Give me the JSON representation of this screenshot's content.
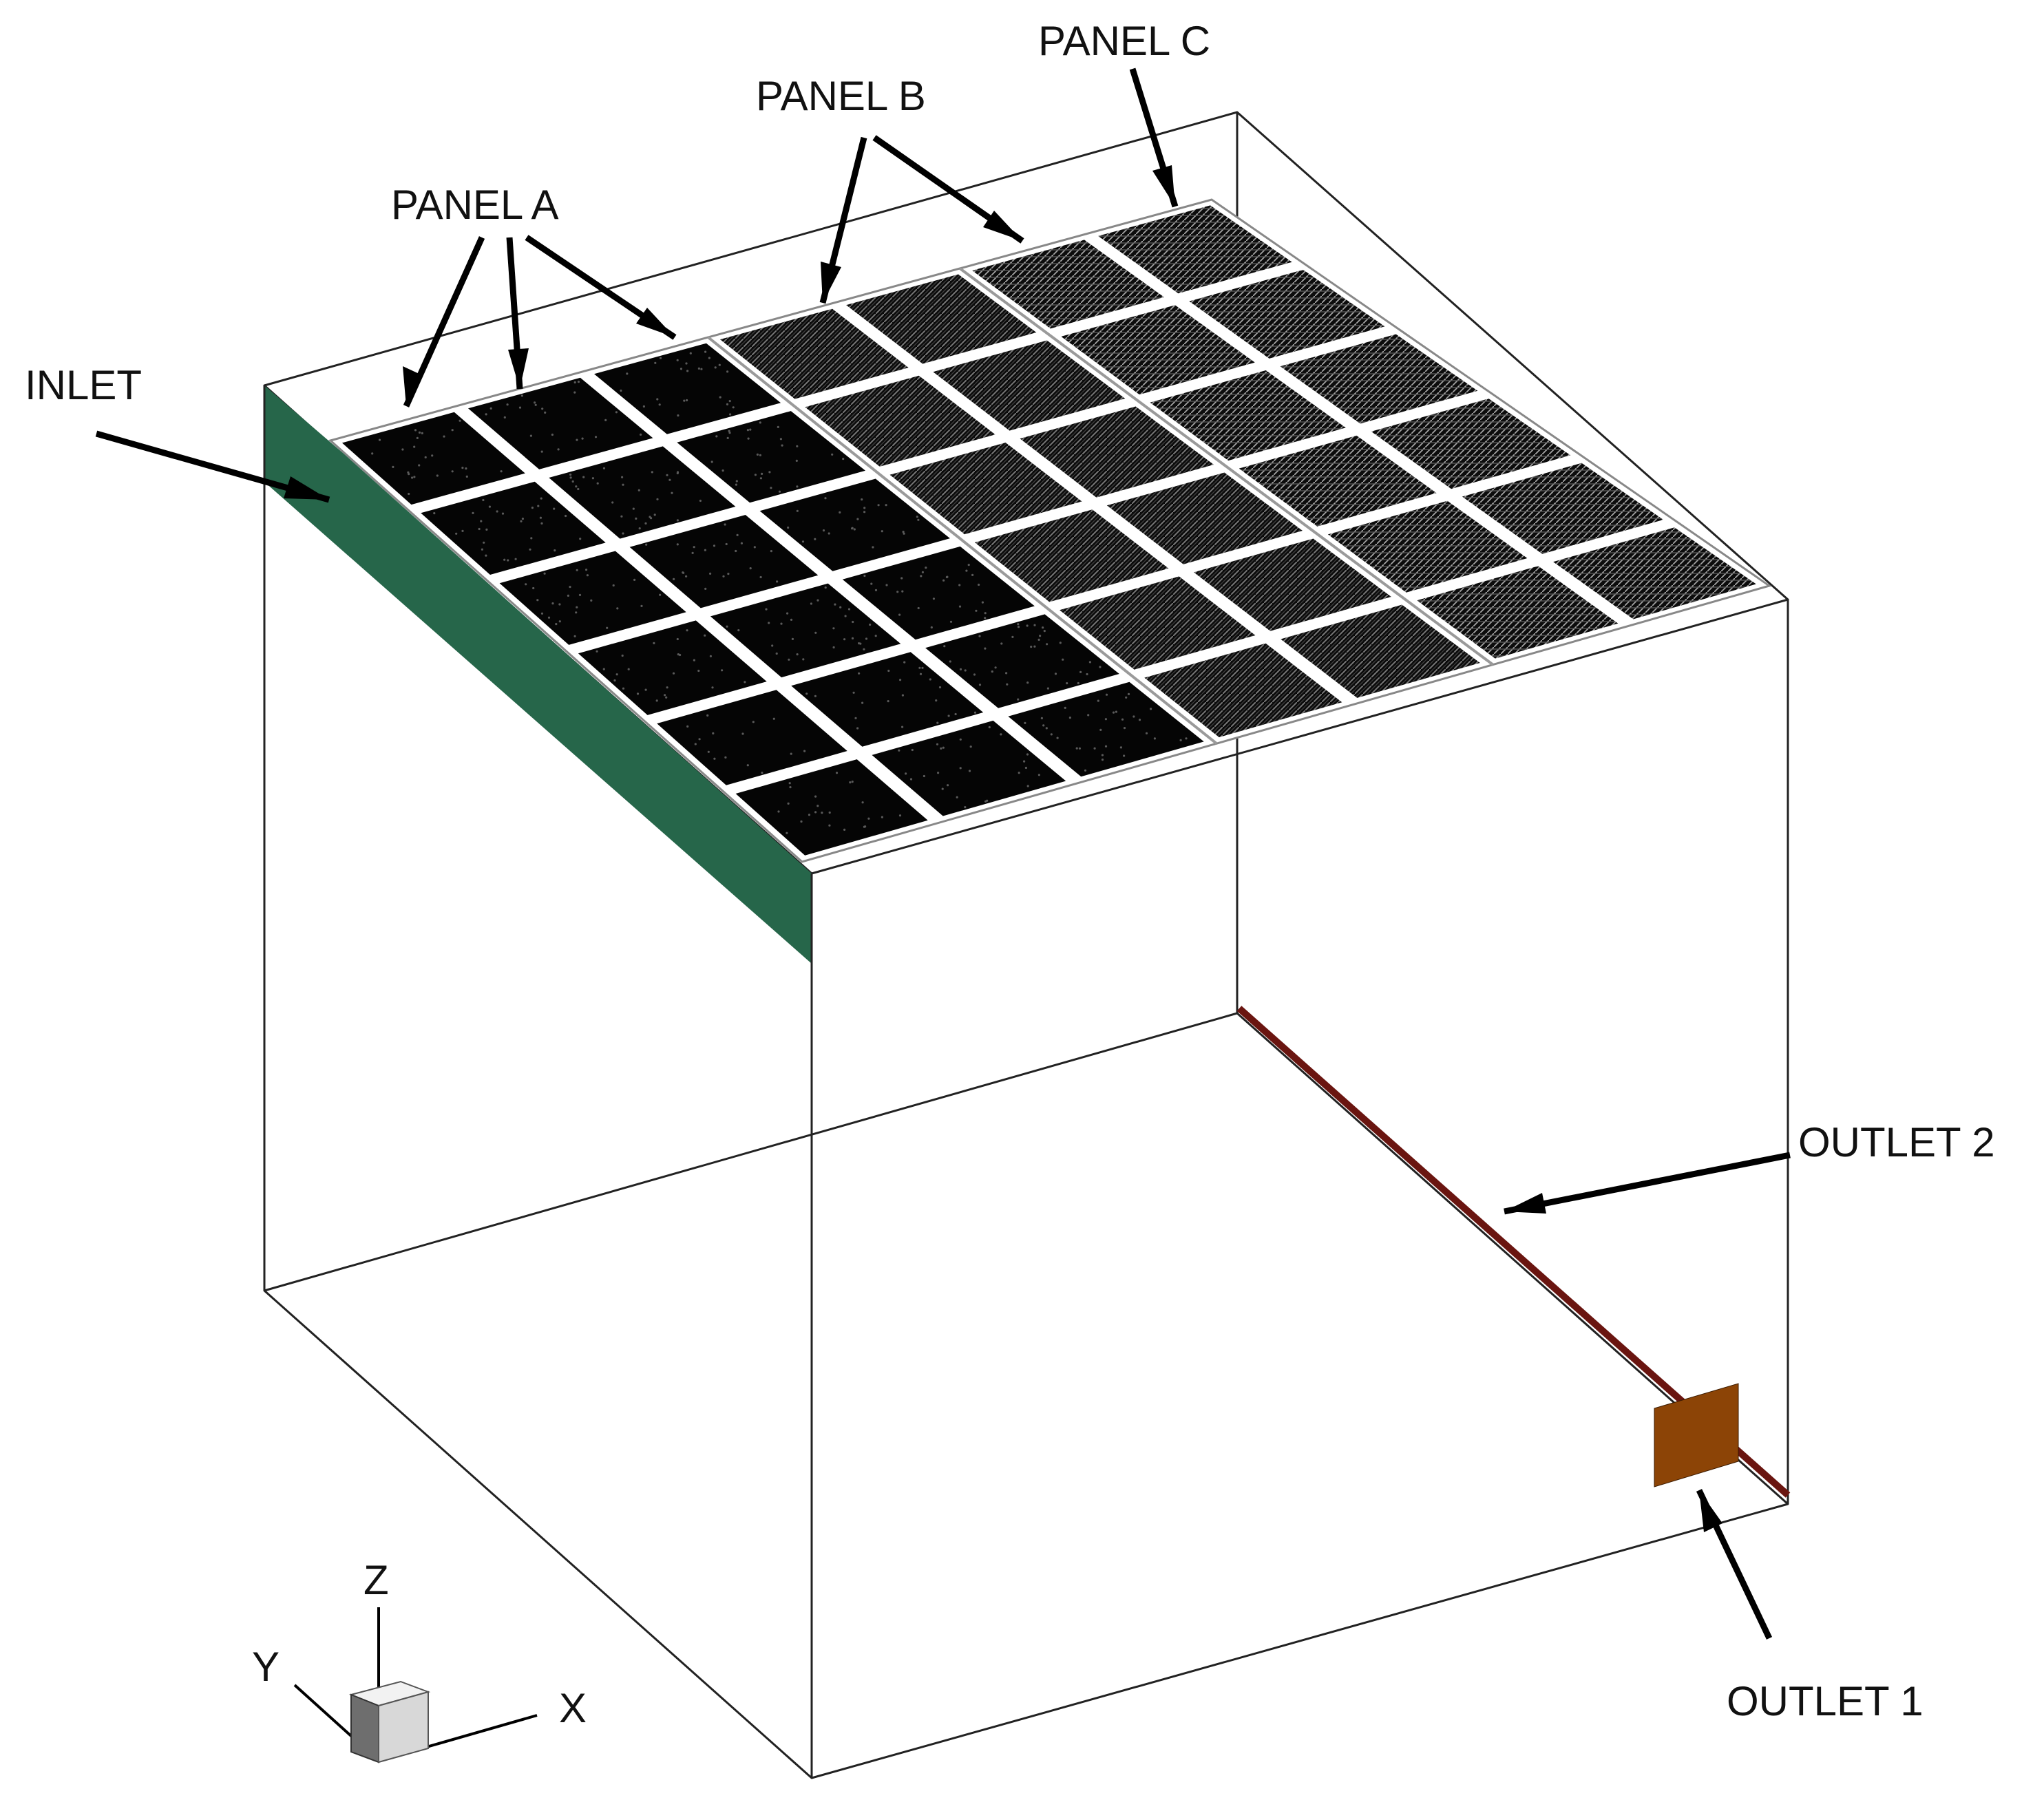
{
  "labels": {
    "inlet": "INLET",
    "panel_a": "PANEL A",
    "panel_b": "PANEL B",
    "panel_c": "PANEL C",
    "outlet_1": "OUTLET 1",
    "outlet_2": "OUTLET 2"
  },
  "axes": {
    "x": "X",
    "y": "Y",
    "z": "Z"
  },
  "colors": {
    "inlet": "#26664a",
    "outlet_1": "#8c4406",
    "outlet_2": "#6a1510",
    "panel": "#050505",
    "panel_b_texture": "#6e6e6e",
    "panel_c_texture": "#9a9a9a",
    "panel_gap": "#ffffff",
    "edges": "#222222"
  },
  "panel_grid": {
    "columns": 7,
    "rows": 6,
    "panel_a_columns": 3,
    "panel_b_columns": 2,
    "panel_c_columns": 2
  }
}
